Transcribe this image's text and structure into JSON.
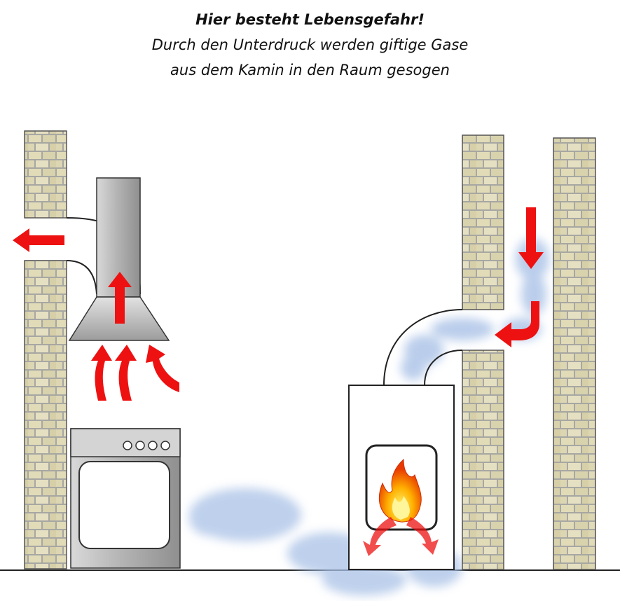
{
  "caption": {
    "line1": "Hier besteht Lebensgefahr!",
    "line2": "Durch den Unterdruck werden giftige Gase",
    "line3": "aus dem Kamin in den Raum gesogen"
  },
  "diagram": {
    "left_scene": [
      "brick-chimney-wall",
      "range-hood",
      "kitchen-stove",
      "airflow-arrows"
    ],
    "right_scene": [
      "fireplace-stove",
      "brick-chimney-inner",
      "brick-chimney-outer",
      "smoke-backflow"
    ],
    "colors": {
      "arrow": "#ee1111",
      "smoke": "#a9c1e6",
      "brick": "#ddd6b0",
      "mortar": "#a9a9a9",
      "metal": "#bdbdbd"
    }
  }
}
